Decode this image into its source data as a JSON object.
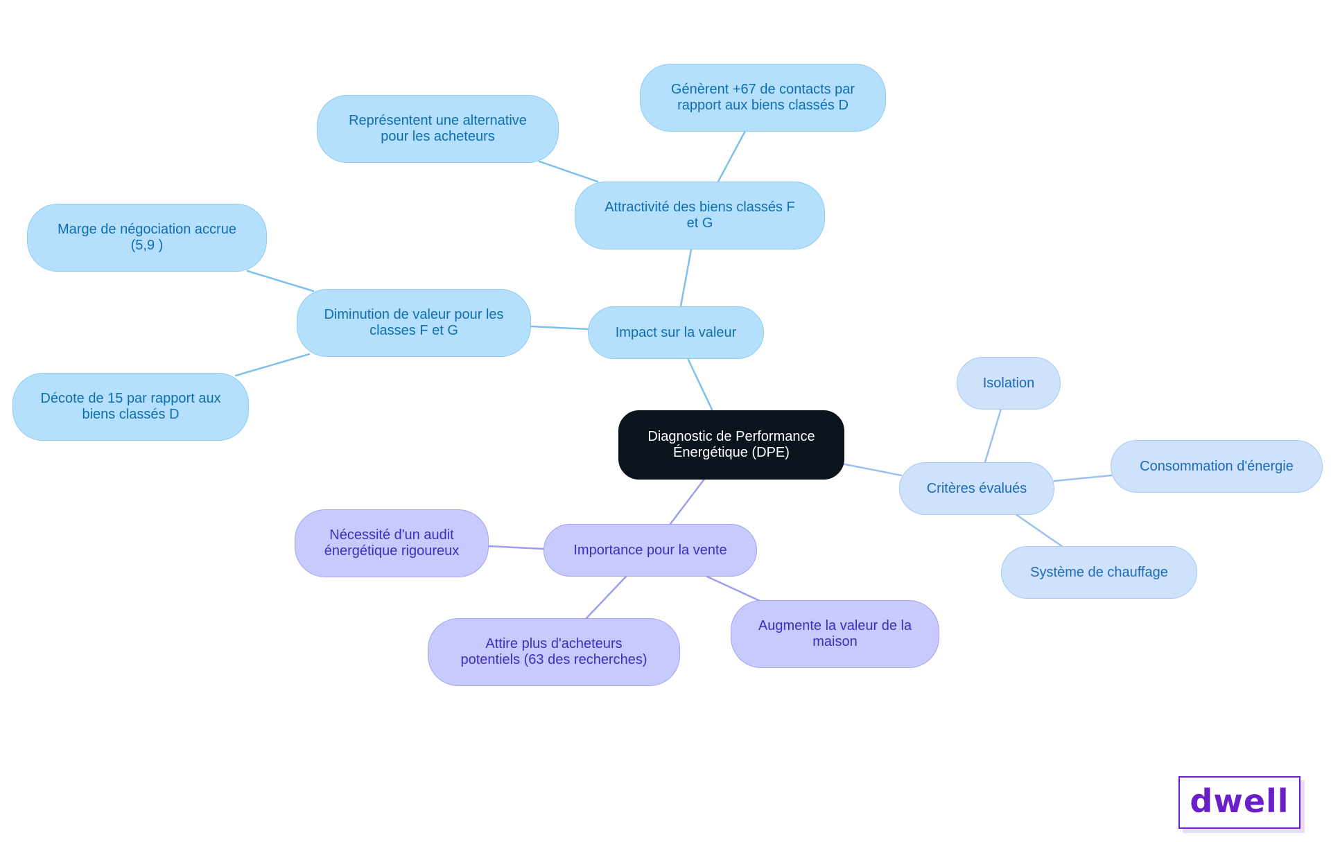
{
  "diagram": {
    "root": {
      "label": "Diagnostic de Performance Énergétique (DPE)",
      "label_lines": [
        "Diagnostic de Performance",
        "Énergétique (DPE)"
      ],
      "color": "#0b131c",
      "text_color": "#ffffff"
    },
    "branches": [
      {
        "label": "Impact sur la valeur",
        "color": "#b4e0fd",
        "children": [
          {
            "label": "Attractivité des biens classés F et G",
            "children": [
              {
                "label": "Représentent une alternative pour les acheteurs"
              },
              {
                "label": "Génèrent +67 de contacts par rapport aux biens classés D"
              }
            ]
          },
          {
            "label": "Diminution de valeur pour les classes F et G",
            "children": [
              {
                "label": "Marge de négociation accrue (5,9 )"
              },
              {
                "label": "Décote de 15 par rapport aux biens classés D"
              }
            ]
          }
        ]
      },
      {
        "label": "Critères évalués",
        "color": "#cfe2fb",
        "children": [
          {
            "label": "Isolation"
          },
          {
            "label": "Consommation d'énergie"
          },
          {
            "label": "Système de chauffage"
          }
        ]
      },
      {
        "label": "Importance pour la vente",
        "color": "#c8c9fc",
        "children": [
          {
            "label": "Nécessité d'un audit énergétique rigoureux"
          },
          {
            "label": "Attire plus d'acheteurs potentiels (63 des recherches)"
          },
          {
            "label": "Augmente la valeur de la maison"
          }
        ]
      }
    ],
    "nodes": {
      "root": {
        "lines": [
          "Diagnostic de Performance",
          "Énergétique (DPE)"
        ]
      },
      "impact": {
        "lines": [
          "Impact sur la valeur"
        ]
      },
      "attract": {
        "lines": [
          "Attractivité des biens classés F",
          "et G"
        ]
      },
      "represent": {
        "lines": [
          "Représentent une alternative",
          "pour les acheteurs"
        ]
      },
      "generent": {
        "lines": [
          "Génèrent +67 de contacts par",
          "rapport aux biens classés D"
        ]
      },
      "diminution": {
        "lines": [
          "Diminution de valeur pour les",
          "classes F et G"
        ]
      },
      "marge": {
        "lines": [
          "Marge de négociation accrue",
          "(5,9 )"
        ]
      },
      "decote": {
        "lines": [
          "Décote de 15 par rapport aux",
          "biens classés D"
        ]
      },
      "criteres": {
        "lines": [
          "Critères évalués"
        ]
      },
      "isolation": {
        "lines": [
          "Isolation"
        ]
      },
      "consommation": {
        "lines": [
          "Consommation d'énergie"
        ]
      },
      "chauffage": {
        "lines": [
          "Système de chauffage"
        ]
      },
      "importance": {
        "lines": [
          "Importance pour la vente"
        ]
      },
      "audit": {
        "lines": [
          "Nécessité d'un audit",
          "énergétique rigoureux"
        ]
      },
      "attire": {
        "lines": [
          "Attire plus d'acheteurs",
          "potentiels (63 des recherches)"
        ]
      },
      "augmente": {
        "lines": [
          "Augmente la valeur de la",
          "maison"
        ]
      }
    },
    "edge_colors": {
      "blue": "#7ec0ec",
      "criteria": "#9cc0ec",
      "purple": "#9c9ef0"
    }
  },
  "logo": {
    "text": "dwell",
    "color": "#6a1fc9"
  }
}
